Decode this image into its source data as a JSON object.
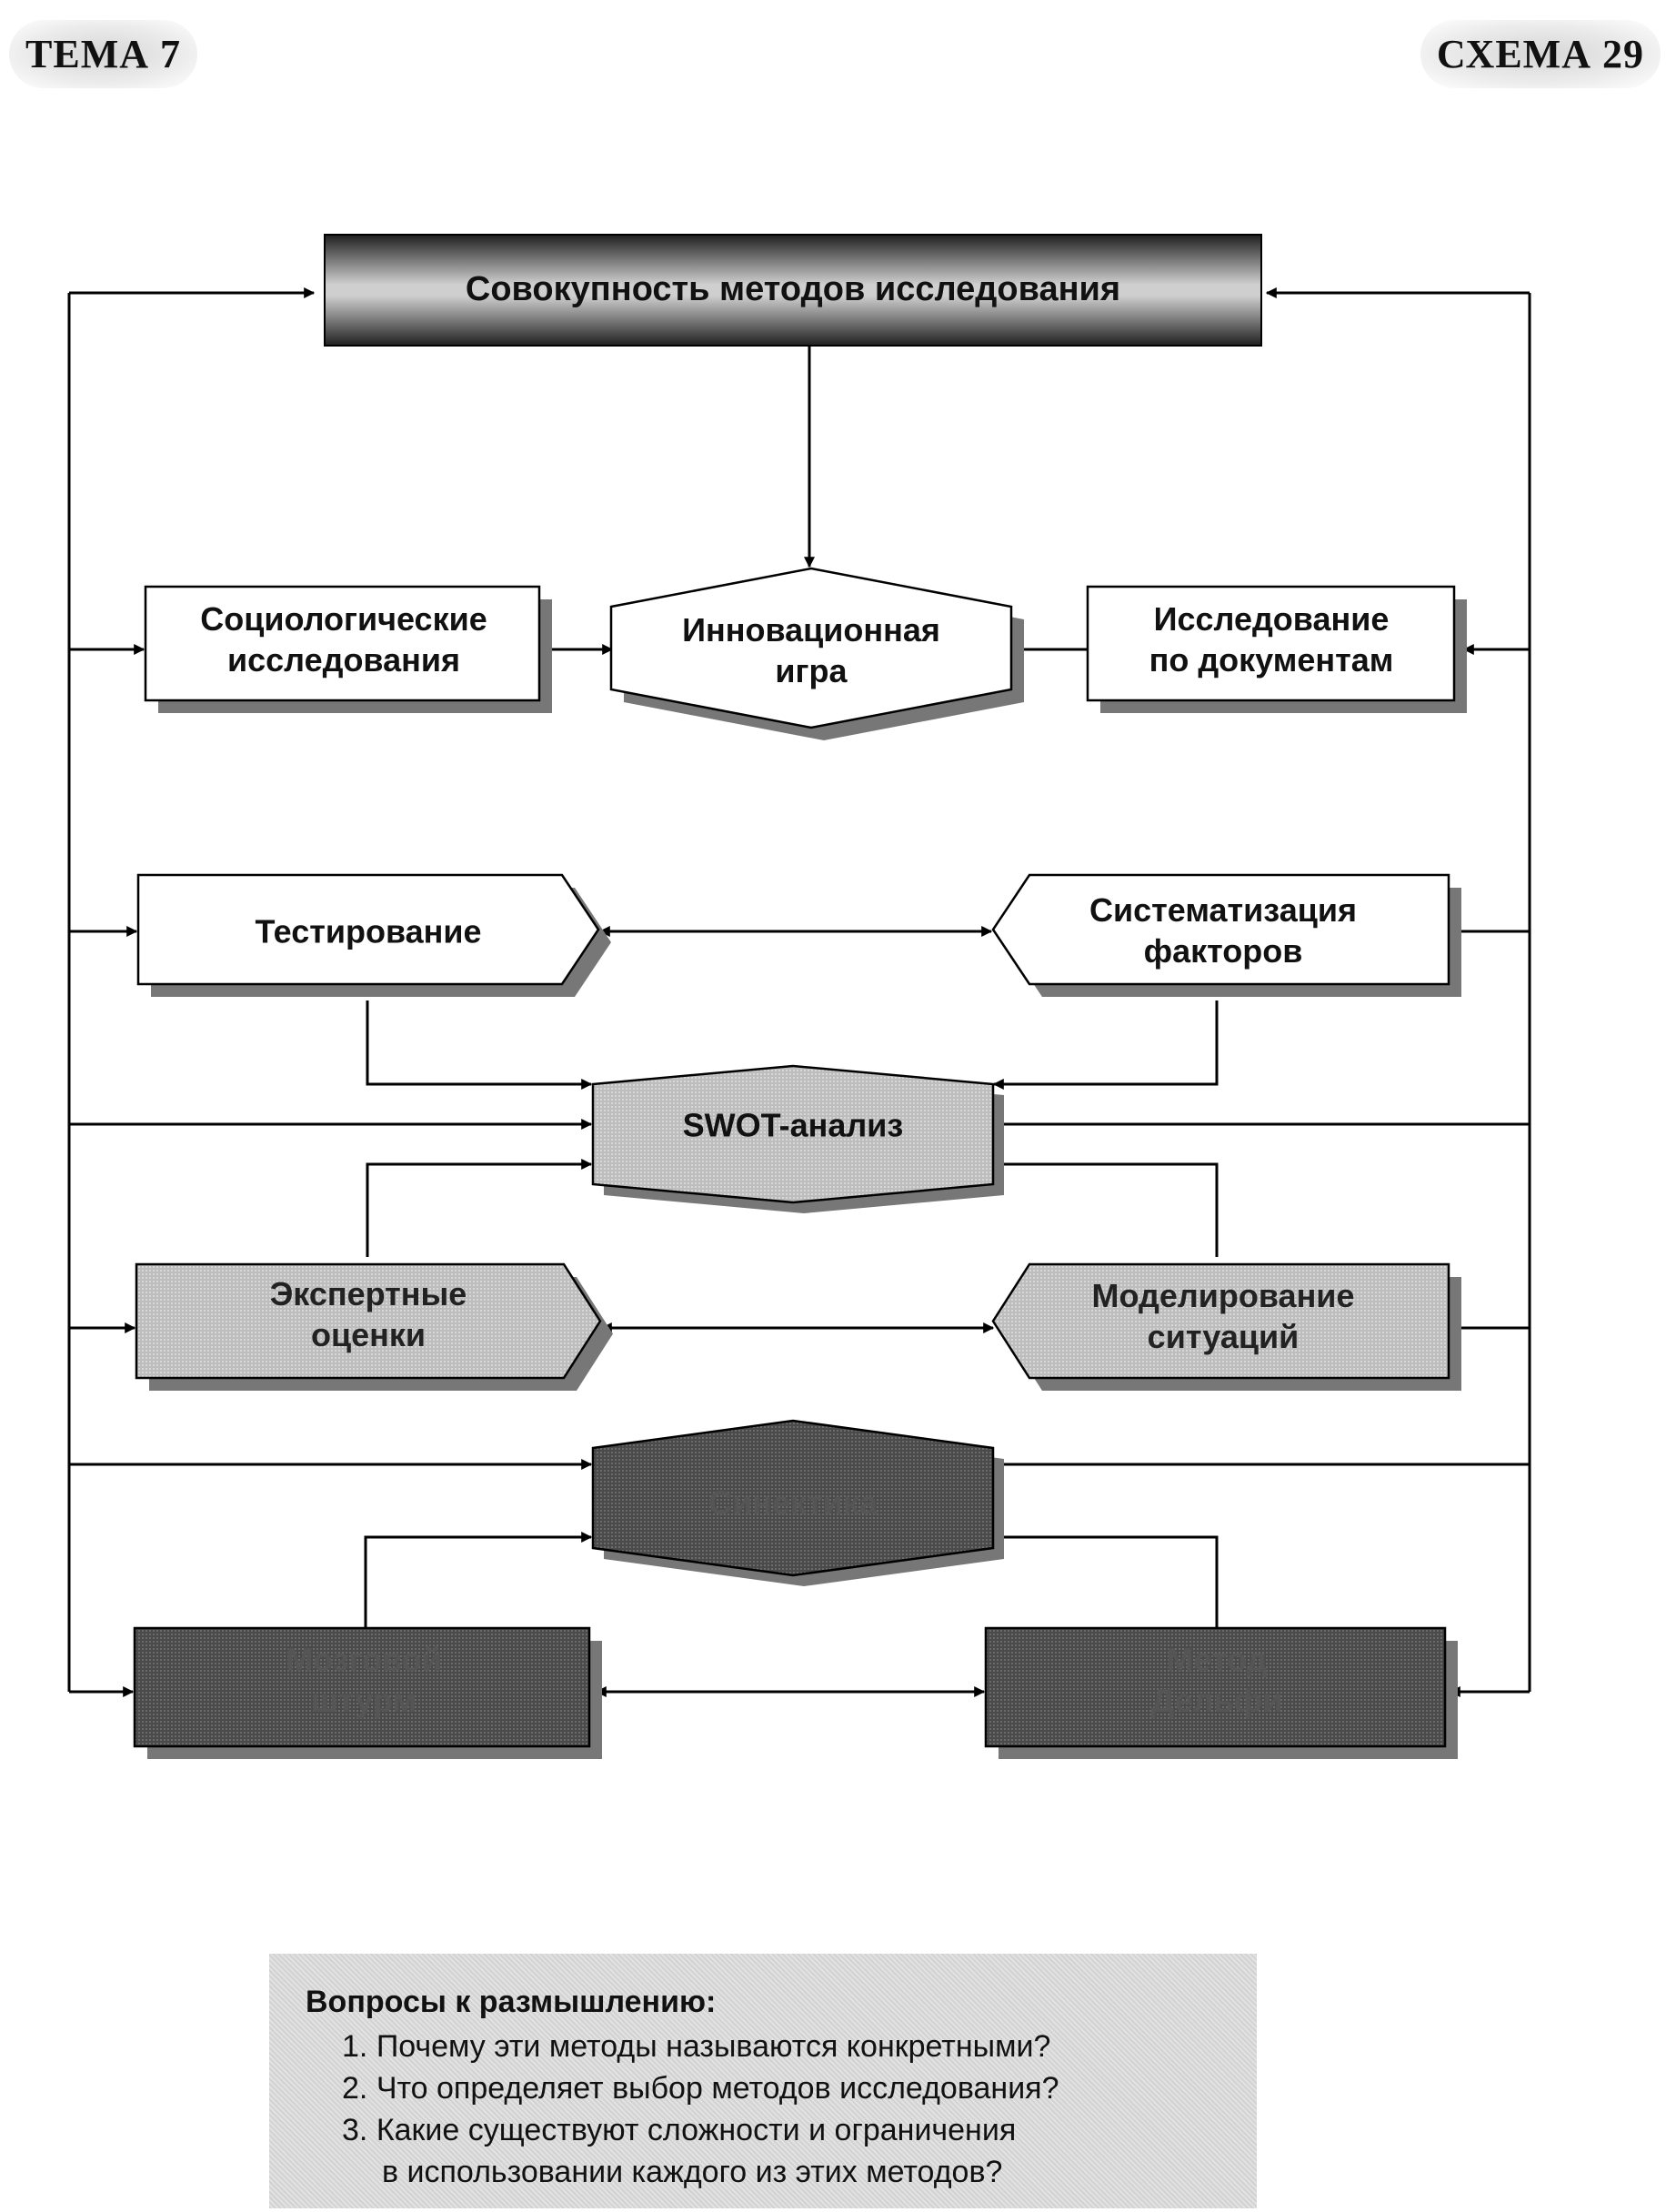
{
  "header": {
    "left": "ТЕМА 7",
    "right": "СХЕМА 29"
  },
  "diagram": {
    "top": "Совокупность методов исследования",
    "nodes": {
      "soc": [
        "Социологические",
        "исследования"
      ],
      "innov": [
        "Инновационная",
        "игра"
      ],
      "docs": [
        "Исследование",
        "по документам"
      ],
      "test": [
        "Тестирование"
      ],
      "sys": [
        "Систематизация",
        "факторов"
      ],
      "swot": [
        "SWOT-анализ"
      ],
      "expert": [
        "Экспертные",
        "оценки"
      ],
      "model": [
        "Моделирование",
        "ситуаций"
      ],
      "sinek": [
        "Синектика"
      ],
      "brain": [
        "Мозговой",
        "штурм"
      ],
      "delphi": [
        "Метод",
        "Дельфи"
      ]
    }
  },
  "questions": {
    "title": "Вопросы к размышлению:",
    "items": [
      {
        "num": "1.",
        "text": "Почему эти методы называются конкретными?"
      },
      {
        "num": "2.",
        "text": "Что определяет выбор методов исследования?"
      },
      {
        "num": "3.",
        "text": "Какие существуют сложности и ограничения",
        "cont": "в использовании каждого из этих методов?"
      }
    ]
  },
  "colors": {
    "light_fill": "#ffffff",
    "medium_fill": "#c8c8c8",
    "dark_fill": "#5a5a5a",
    "shadow": "#777777",
    "line": "#000000"
  }
}
